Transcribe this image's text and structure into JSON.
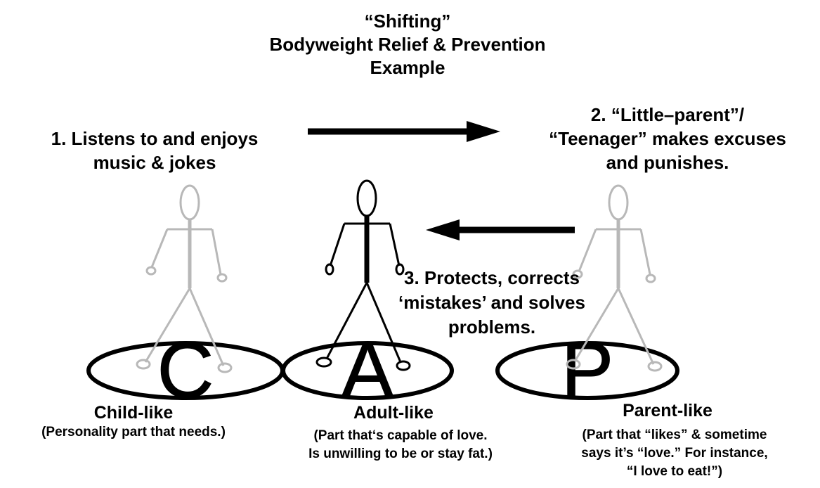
{
  "title": {
    "line1": "“Shifting”",
    "line2": "Bodyweight Relief & Prevention",
    "line3": "Example"
  },
  "steps": {
    "step1": {
      "line1": "1.  Listens to and enjoys",
      "line2": "music & jokes"
    },
    "step2": {
      "line1": "2.  “Little–parent”/",
      "line2": "“Teenager” makes excuses",
      "line3": "and punishes."
    },
    "step3": {
      "line1": "3.  Protects, corrects",
      "line2": "‘mistakes’ and solves",
      "line3": "problems."
    }
  },
  "circles": {
    "child": {
      "letter": "C",
      "label": "Child-like",
      "desc1": "(Personality part that needs.)"
    },
    "adult": {
      "letter": "A",
      "label": "Adult-like",
      "desc1": "(Part that‘s capable of love.",
      "desc2": "Is unwilling to be or stay fat.)"
    },
    "parent": {
      "letter": "P",
      "label": "Parent-like",
      "desc1": "(Part that “likes” & sometime",
      "desc2": "says it’s “love.” For instance,",
      "desc3": "“I love to eat!”)"
    }
  },
  "colors": {
    "ink": "#000000",
    "faded_figure": "#b8b8b8",
    "background": "#ffffff"
  }
}
